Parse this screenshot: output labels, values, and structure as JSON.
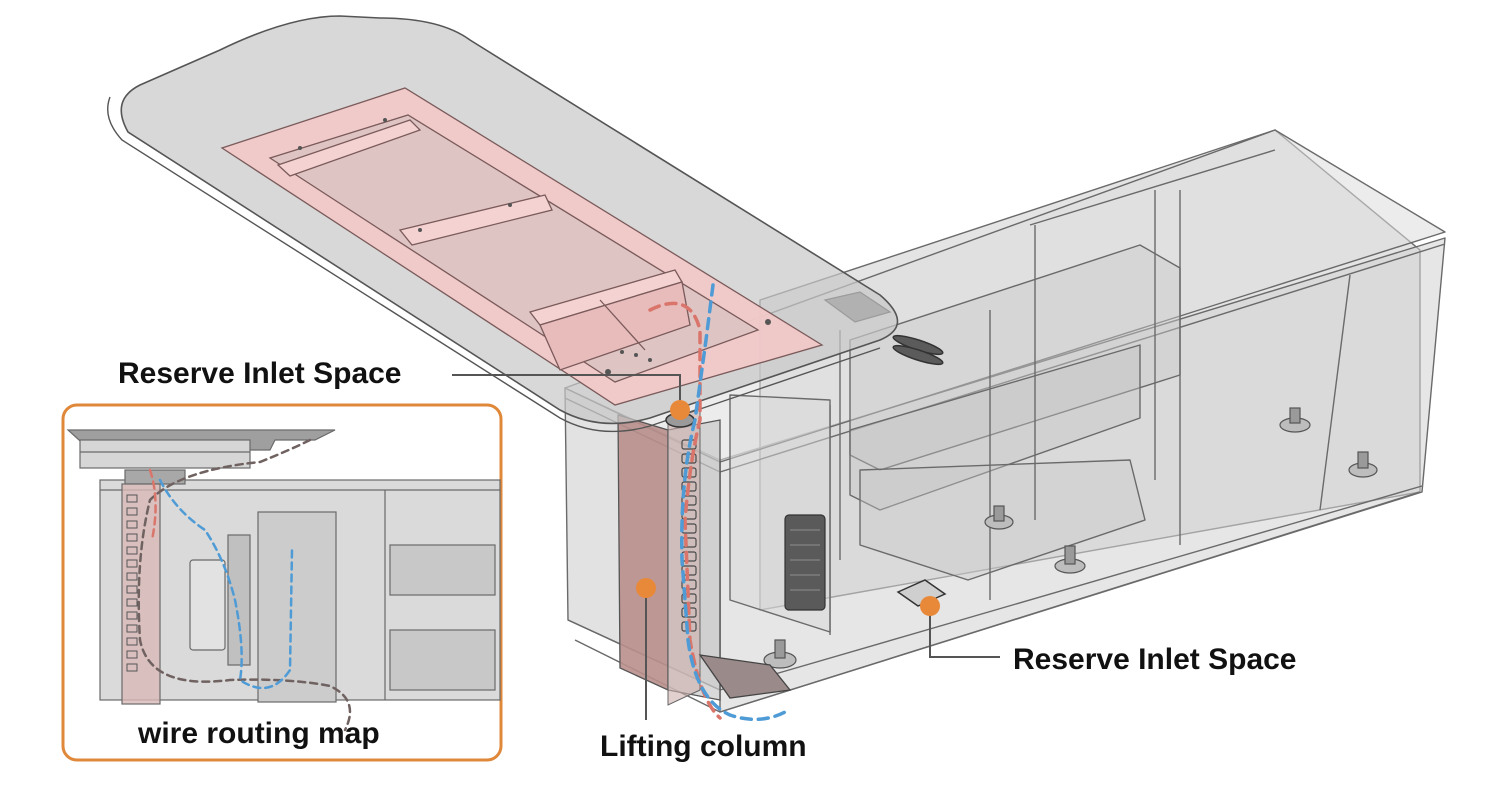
{
  "labels": {
    "reserve_inlet_top": "Reserve Inlet Space",
    "reserve_inlet_right": "Reserve Inlet Space",
    "lifting_column": "Lifting column",
    "wire_routing_map": "wire routing map"
  },
  "colors": {
    "marker": "#E8893A",
    "inset_border": "#E0883A",
    "callout_line": "#555555",
    "blue_wire": "#4E9BD6",
    "red_wire": "#D9756A",
    "gray_wire": "#6F6260",
    "frame_fill": "#F2C8C8",
    "column_fill": "#B98F8C"
  }
}
